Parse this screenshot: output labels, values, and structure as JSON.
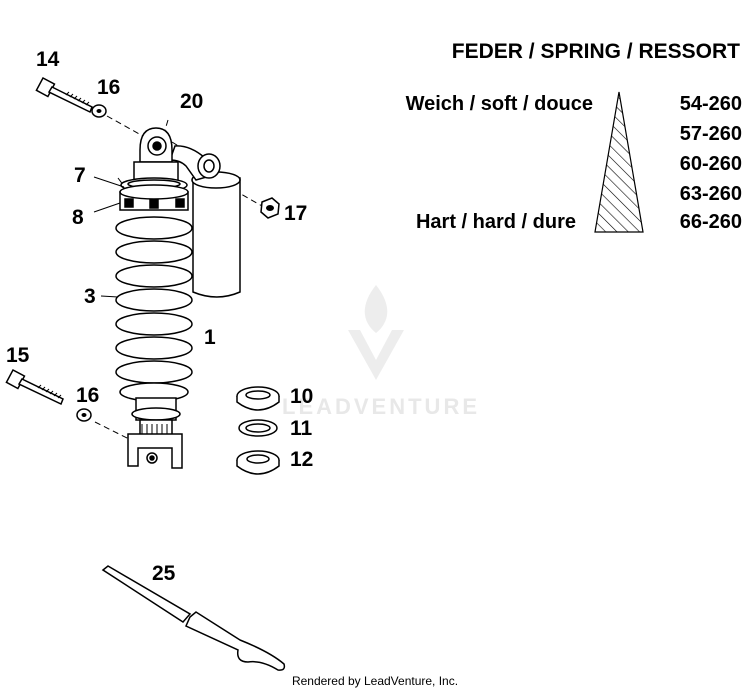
{
  "spring_table": {
    "title": "FEDER / SPRING / RESSORT",
    "soft_label": "Weich / soft / douce",
    "hard_label": "Hart / hard / dure",
    "rates": [
      "54-260",
      "57-260",
      "60-260",
      "63-260",
      "66-260"
    ]
  },
  "callouts": {
    "c14": "14",
    "c16a": "16",
    "c20": "20",
    "c7": "7",
    "c8": "8",
    "c17": "17",
    "c3": "3",
    "c1": "1",
    "c15": "15",
    "c16b": "16",
    "c10": "10",
    "c11": "11",
    "c12": "12",
    "c25": "25"
  },
  "watermark": "LEADVENTURE",
  "footer": "Rendered by LeadVenture, Inc."
}
